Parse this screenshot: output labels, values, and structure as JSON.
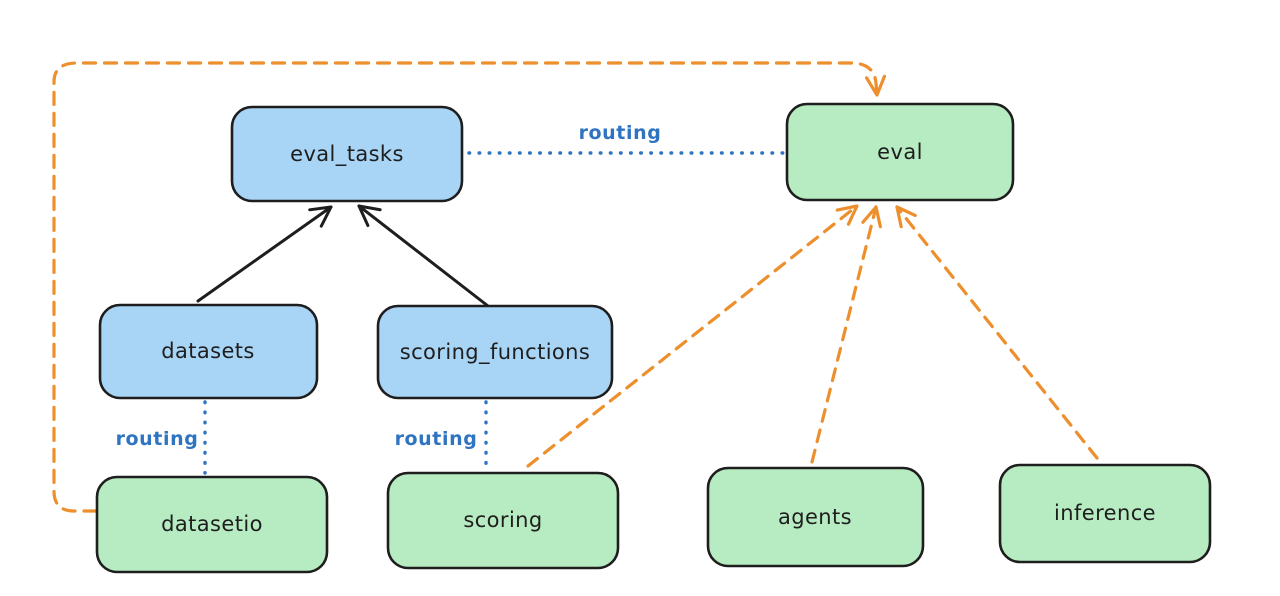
{
  "diagram": {
    "background": "#ffffff",
    "colors": {
      "node_fill_blue": "#a8d4f5",
      "node_fill_green": "#b7ebc2",
      "node_stroke": "#1e1e1e",
      "edge_black": "#1e1e1e",
      "edge_orange": "#ec8f2c",
      "edge_blue": "#2f74c0"
    },
    "nodes": {
      "eval_tasks": {
        "label": "eval_tasks",
        "color": "blue"
      },
      "eval": {
        "label": "eval",
        "color": "green"
      },
      "datasets": {
        "label": "datasets",
        "color": "blue"
      },
      "scoring_functions": {
        "label": "scoring_functions",
        "color": "blue"
      },
      "datasetio": {
        "label": "datasetio",
        "color": "green"
      },
      "scoring": {
        "label": "scoring",
        "color": "green"
      },
      "agents": {
        "label": "agents",
        "color": "green"
      },
      "inference": {
        "label": "inference",
        "color": "green"
      }
    },
    "edges": [
      {
        "from": "datasets",
        "to": "eval_tasks",
        "style": "solid",
        "color": "black",
        "label": ""
      },
      {
        "from": "scoring_functions",
        "to": "eval_tasks",
        "style": "solid",
        "color": "black",
        "label": ""
      },
      {
        "from": "eval_tasks",
        "to": "eval",
        "style": "dotted",
        "color": "blue",
        "label": "routing"
      },
      {
        "from": "datasets",
        "to": "datasetio",
        "style": "dotted",
        "color": "blue",
        "label": "routing"
      },
      {
        "from": "scoring_functions",
        "to": "scoring",
        "style": "dotted",
        "color": "blue",
        "label": "routing"
      },
      {
        "from": "datasetio",
        "to": "eval",
        "style": "dashed",
        "color": "orange",
        "label": ""
      },
      {
        "from": "scoring",
        "to": "eval",
        "style": "dashed",
        "color": "orange",
        "label": ""
      },
      {
        "from": "agents",
        "to": "eval",
        "style": "dashed",
        "color": "orange",
        "label": ""
      },
      {
        "from": "inference",
        "to": "eval",
        "style": "dashed",
        "color": "orange",
        "label": ""
      }
    ]
  }
}
